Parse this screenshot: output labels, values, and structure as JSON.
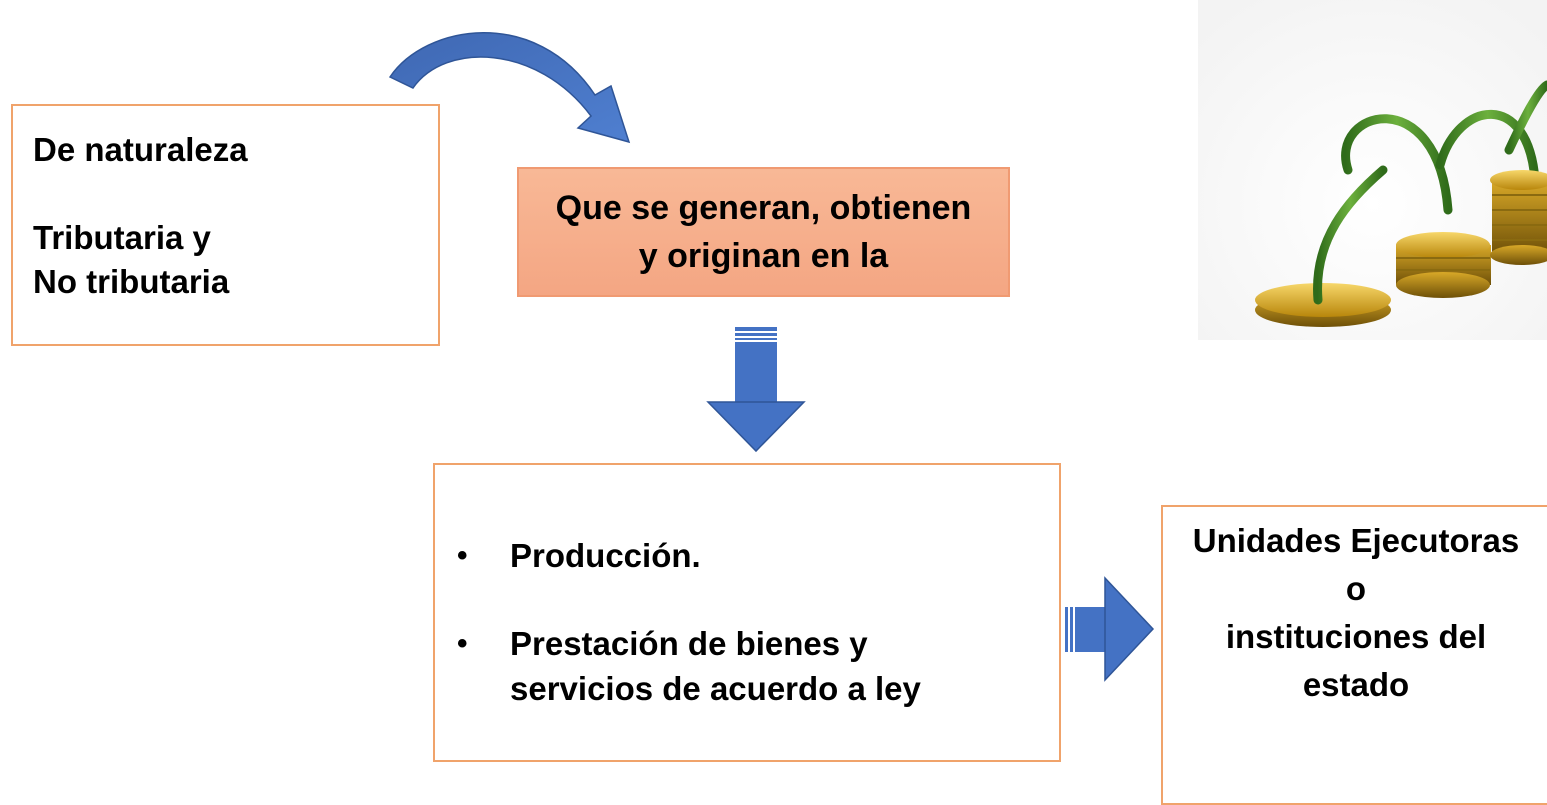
{
  "diagram": {
    "box_nature": {
      "line1": "De naturaleza",
      "line2": "Tributaria y",
      "line3": "No tributaria"
    },
    "box_middle": {
      "line1": "Que se generan, obtienen",
      "line2": "y originan  en la"
    },
    "box_activities": {
      "items": [
        {
          "line1": "Producción.",
          "line2": ""
        },
        {
          "line1": "Prestación de bienes y",
          "line2": "servicios de acuerdo a ley"
        }
      ]
    },
    "box_units": {
      "line1": "Unidades Ejecutoras",
      "line2": "o",
      "line3": "instituciones del",
      "line4": "estado"
    },
    "bullet_symbol": "•"
  },
  "colors": {
    "box_border": "#f0a36b",
    "middle_fill": "#f4a683",
    "arrow_fill": "#4472c4",
    "arrow_dark": "#2f5597",
    "coin_gold": "#c99a1e",
    "plant_green": "#4e8c2b"
  },
  "icons": {
    "curved_arrow": "curved-arrow-icon",
    "down_arrow": "down-arrow-icon",
    "right_arrow": "right-arrow-icon",
    "illustration": "coins-growth-illustration"
  }
}
